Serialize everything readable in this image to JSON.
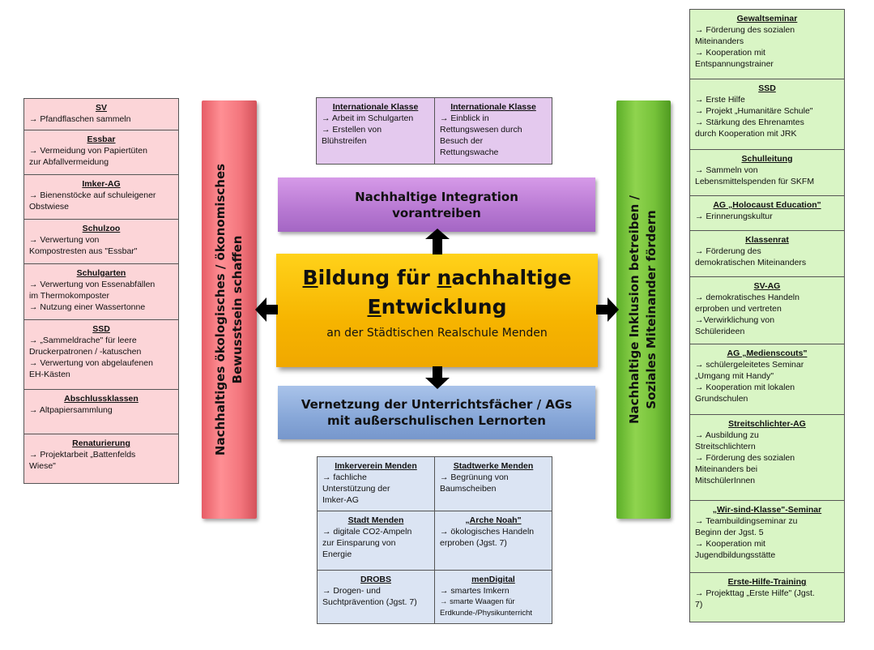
{
  "center": {
    "title_line1": [
      {
        "text": "B",
        "ul": true
      },
      {
        "text": "ildung für ",
        "ul": false
      },
      {
        "text": "n",
        "ul": true
      },
      {
        "text": "achhaltige",
        "ul": false
      }
    ],
    "title_line2": [
      {
        "text": "E",
        "ul": true
      },
      {
        "text": "ntwicklung",
        "ul": false
      }
    ],
    "subtitle": "an der Städtischen Realschule Menden"
  },
  "top_bar": {
    "line1": "Nachhaltige Integration",
    "line2": "vorantreiben"
  },
  "bottom_bar": {
    "line1": "Vernetzung der Unterrichtsfächer / AGs",
    "line2": "mit außerschulischen Lernorten"
  },
  "left_bar": {
    "line1": "Nachhaltiges ökologisches / ökonomisches",
    "line2": "Bewusstsein schaffen"
  },
  "right_bar": {
    "line1": "Nachhaltige Inklusion betreiben /",
    "line2": "Soziales Miteinander fördern"
  },
  "left_boxes": [
    {
      "title": "SV",
      "lines": [
        "→ Pfandflaschen sammeln"
      ]
    },
    {
      "title": "Essbar",
      "lines": [
        "→ Vermeidung von Papiertüten",
        "zur Abfallvermeidung"
      ]
    },
    {
      "title": "Imker-AG",
      "lines": [
        "→ Bienenstöcke auf schuleigener",
        "Obstwiese"
      ]
    },
    {
      "title": "Schulzoo",
      "lines": [
        "→ Verwertung von",
        "Kompostresten aus \"Essbar\""
      ]
    },
    {
      "title": "Schulgarten",
      "lines": [
        "→ Verwertung von Essenabfällen",
        "im Thermokomposter",
        "→ Nutzung einer Wassertonne"
      ]
    },
    {
      "title": "SSD",
      "lines": [
        "→ „Sammeldrache\" für leere",
        "Druckerpatronen / -katuschen",
        "→ Verwertung von abgelaufenen",
        "EH-Kästen"
      ]
    },
    {
      "title": "Abschlussklassen",
      "lines": [
        "→ Altpapiersammlung"
      ]
    },
    {
      "title": "Renaturierung",
      "lines": [
        "→ Projektarbeit „Battenfelds",
        "Wiese\""
      ]
    }
  ],
  "right_boxes": [
    {
      "title": "Gewaltseminar",
      "lines": [
        "→ Förderung des sozialen",
        "Miteinanders",
        "→ Kooperation mit",
        "Entspannungstrainer"
      ]
    },
    {
      "title": "SSD",
      "lines": [
        "→ Erste Hilfe",
        "→ Projekt „Humanitäre Schule\"",
        "→ Stärkung des Ehrenamtes",
        "durch Kooperation mit JRK"
      ]
    },
    {
      "title": "Schulleitung",
      "lines": [
        "→ Sammeln von",
        "Lebensmittelspenden für SKFM"
      ]
    },
    {
      "title": "AG „Holocaust Education\"",
      "lines": [
        "→ Erinnerungskultur"
      ]
    },
    {
      "title": "Klassenrat",
      "lines": [
        "→ Förderung des",
        "demokratischen Miteinanders"
      ]
    },
    {
      "title": "SV-AG",
      "lines": [
        "→ demokratisches Handeln",
        "erproben und vertreten",
        "→Verwirklichung von",
        "Schülerideen"
      ]
    },
    {
      "title": "AG „Medienscouts\"",
      "lines": [
        "→ schülergeleitetes Seminar",
        "„Umgang mit Handy\"",
        "→ Kooperation mit lokalen",
        "Grundschulen"
      ]
    },
    {
      "title": "Streitschlichter-AG",
      "lines": [
        "→ Ausbildung zu",
        "Streitschlichtern",
        "→ Förderung des sozialen",
        "Miteinanders bei",
        "MitschülerInnen"
      ]
    },
    {
      "title": "„Wir-sind-Klasse\"-Seminar",
      "lines": [
        "→ Teambuildingseminar zu",
        "Beginn der Jgst. 5",
        "→ Kooperation mit",
        "Jugendbildungsstätte"
      ]
    },
    {
      "title": "Erste-Hilfe-Training",
      "lines": [
        "→ Projekttag „Erste Hilfe\" (Jgst.",
        "7)"
      ]
    }
  ],
  "top_boxes": [
    {
      "title": "Internationale Klasse",
      "lines": [
        "→ Arbeit im Schulgarten",
        "→ Erstellen von",
        "Blühstreifen"
      ]
    },
    {
      "title": "Internationale Klasse",
      "lines": [
        "→ Einblick in",
        "Rettungswesen durch",
        "Besuch der",
        "Rettungswache"
      ]
    }
  ],
  "bottom_boxes": [
    {
      "title": "Imkerverein Menden",
      "lines": [
        "→ fachliche",
        "Unterstützung der",
        "Imker-AG"
      ]
    },
    {
      "title": "Stadtwerke Menden",
      "lines": [
        "→ Begrünung von",
        "Baumscheiben"
      ]
    },
    {
      "title": "Stadt Menden",
      "lines": [
        "→ digitale CO2-Ampeln",
        "zur Einsparung von",
        "Energie"
      ]
    },
    {
      "title": "„Arche Noah\"",
      "lines": [
        "→ ökologisches Handeln",
        "erproben (Jgst. 7)"
      ]
    },
    {
      "title": "DROBS",
      "lines": [
        "→ Drogen- und",
        "Suchtprävention (Jgst. 7)"
      ]
    },
    {
      "title": "menDigital",
      "lines": [
        "→ smartes Imkern",
        "→ smarte Waagen für",
        "Erdkunde-/Physikunterricht"
      ]
    }
  ]
}
